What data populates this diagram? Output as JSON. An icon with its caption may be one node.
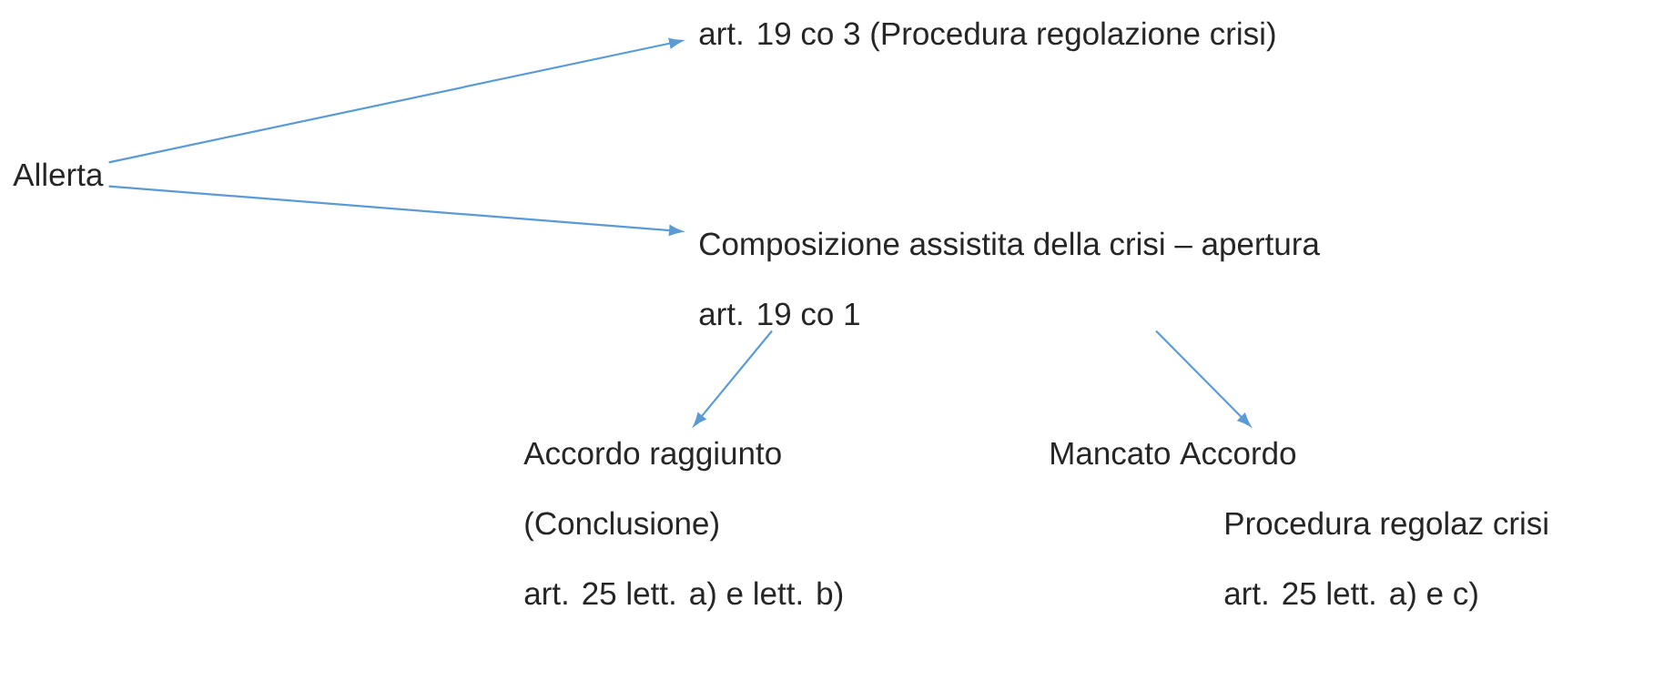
{
  "diagram": {
    "nodes": [
      {
        "text": [
          "Allerta"
        ]
      },
      {
        "text": [
          "art. 19 co 3 (Procedura regolazione crisi)"
        ]
      },
      {
        "text": [
          "Composizione assistita della crisi – apertura",
          "art. 19 co 1"
        ]
      },
      {
        "text": [
          "Accordo raggiunto",
          "(Conclusione)",
          "art. 25 lett. a) e lett. b)"
        ]
      },
      {
        "text": [
          "Mancato Accordo",
          "Procedura regolaz crisi",
          "art. 25 lett. a) e c)"
        ]
      }
    ],
    "edges": [
      {
        "from": 0,
        "to": 1,
        "arrow": "to"
      },
      {
        "from": 0,
        "to": 2,
        "arrow": "to"
      },
      {
        "from": 2,
        "to": 3,
        "arrow": "to"
      },
      {
        "from": 2,
        "to": 4,
        "arrow": "to"
      }
    ]
  }
}
